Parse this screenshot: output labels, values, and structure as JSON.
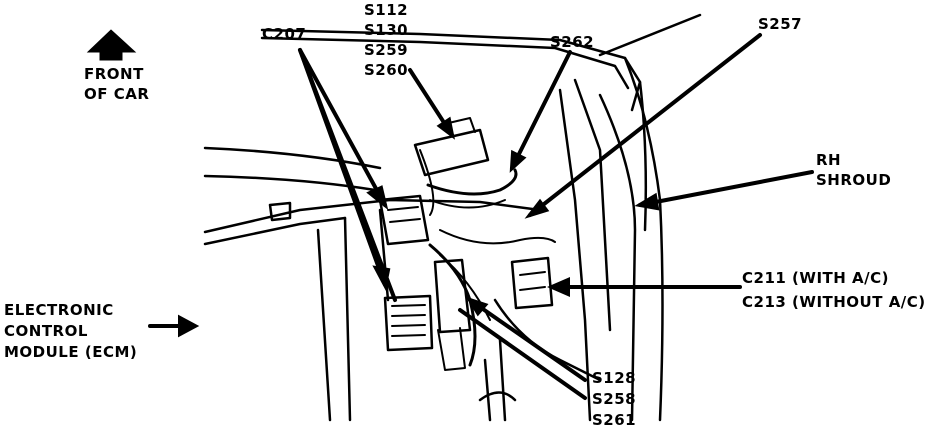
{
  "labels": {
    "front_of_car": [
      "FRONT",
      "OF CAR"
    ],
    "splices_top": [
      "S112",
      "S130",
      "S259",
      "S260"
    ],
    "c207": "C207",
    "s262": "S262",
    "s257": "S257",
    "rh_shroud": [
      "RH",
      "SHROUD"
    ],
    "ecm": [
      "ELECTRONIC",
      "CONTROL",
      "MODULE (ECM)"
    ],
    "c211": "C211 (WITH A/C)",
    "c213": "C213 (WITHOUT A/C)",
    "splices_bottom": [
      "S128",
      "S258",
      "S261"
    ]
  },
  "colors": {
    "line": "#000000",
    "background": "#ffffff"
  }
}
